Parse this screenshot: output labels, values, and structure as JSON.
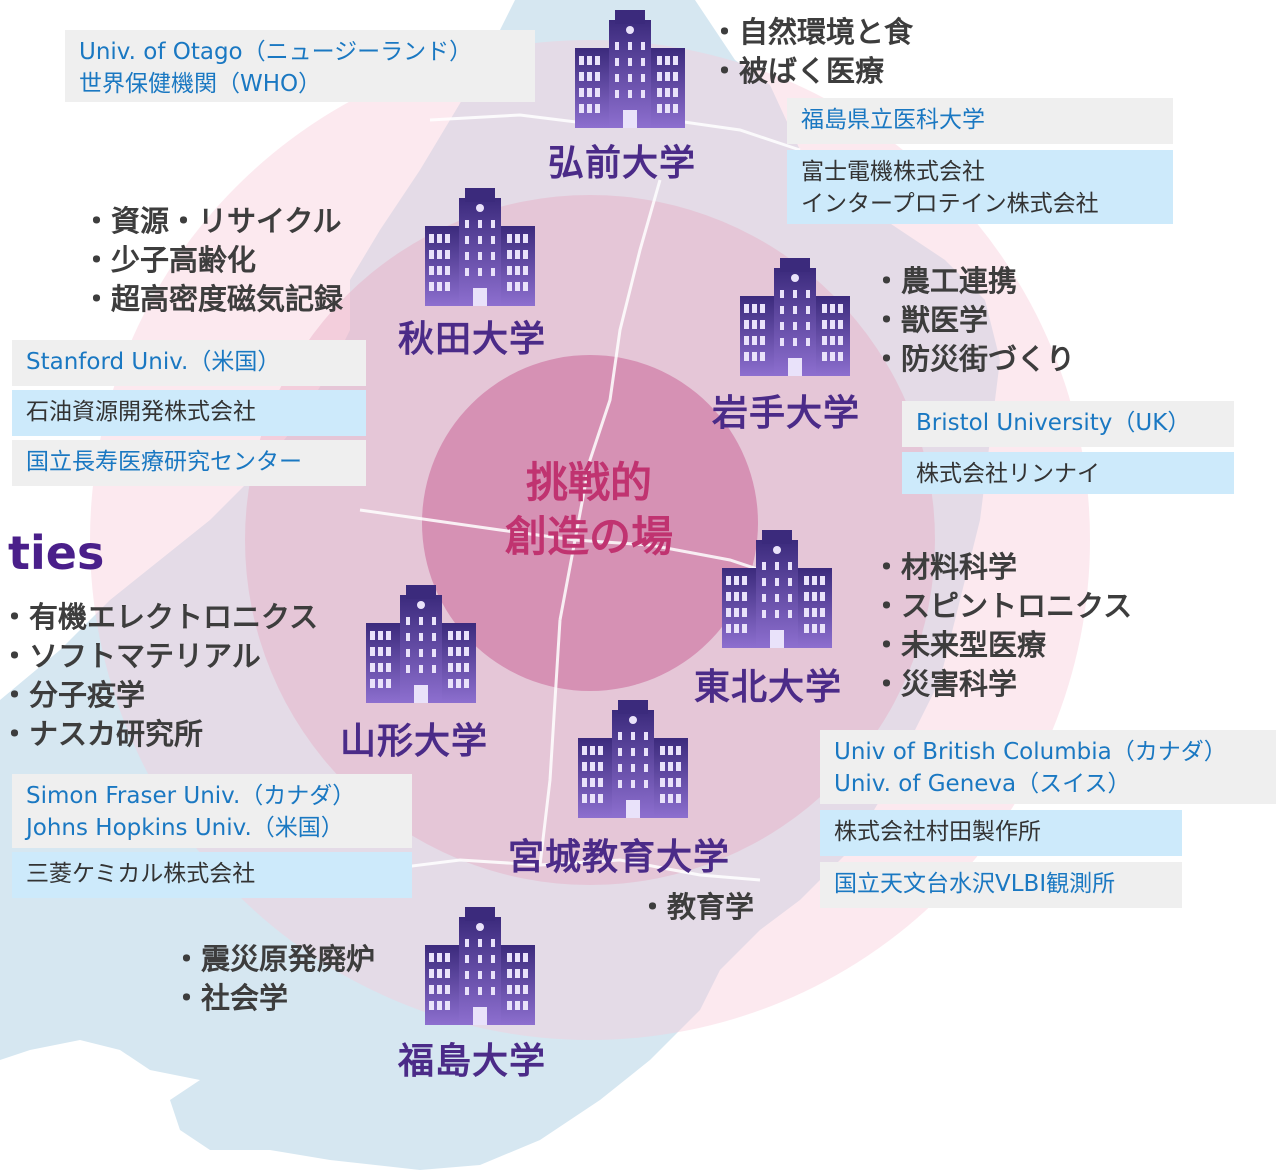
{
  "center": {
    "line1": "挑戦的",
    "line2": "創造の場"
  },
  "side_title": "ties",
  "universities": {
    "hirosaki": "弘前大学",
    "akita": "秋田大学",
    "iwate": "岩手大学",
    "yamagata": "山形大学",
    "tohoku": "東北大学",
    "miyagi_edu": "宮城教育大学",
    "fukushima": "福島大学"
  },
  "topics": {
    "hirosaki": [
      "・自然環境と食",
      "・被ばく医療"
    ],
    "akita": [
      "・資源・リサイクル",
      "・少子高齢化",
      "・超高密度磁気記録"
    ],
    "iwate": [
      "・農工連携",
      "・獣医学",
      "・防災街づくり"
    ],
    "tohoku": [
      "・材料科学",
      "・スピントロニクス",
      "・未来型医療",
      "・災害科学"
    ],
    "yamagata": [
      "・有機エレクトロニクス",
      "・ソフトマテリアル",
      "・分子疫学",
      "・ナスカ研究所"
    ],
    "miyagi_edu": [
      "・教育学"
    ],
    "fukushima": [
      "・震災原発廃炉",
      "・社会学"
    ]
  },
  "partners": {
    "otago_who": [
      "Univ. of Otago（ニュージーランド）",
      "世界保健機関（WHO）"
    ],
    "fukushima_med": [
      "福島県立医科大学"
    ],
    "fuji_inter": [
      "富士電機株式会社",
      "インタープロテイン株式会社"
    ],
    "stanford": [
      "Stanford Univ.（米国）"
    ],
    "japex": [
      "石油資源開発株式会社"
    ],
    "ncgg": [
      "国立長寿医療研究センター"
    ],
    "bristol": [
      "Bristol University（UK）"
    ],
    "rinnai": [
      "株式会社リンナイ"
    ],
    "ubc_geneva": [
      "Univ of British Columbia（カナダ）",
      "Univ. of Geneva（スイス）"
    ],
    "murata": [
      "株式会社村田製作所"
    ],
    "vlbi": [
      "国立天文台水沢VLBI観測所"
    ],
    "sfu_jhu": [
      "Simon Fraser Univ.（カナダ）",
      "Johns Hopkins Univ.（米国）"
    ],
    "mitsubishi": [
      "三菱ケミカル株式会社"
    ]
  },
  "colors": {
    "map": "#d6e7f1",
    "ring_outer": "#fbe3ea",
    "ring_middle": "#f2c8d6",
    "core": "#cf7fa3",
    "building": "#5a3d99",
    "university_label": "#4b2b88",
    "center_text": "#c03370",
    "link_text": "#1a78c2"
  }
}
